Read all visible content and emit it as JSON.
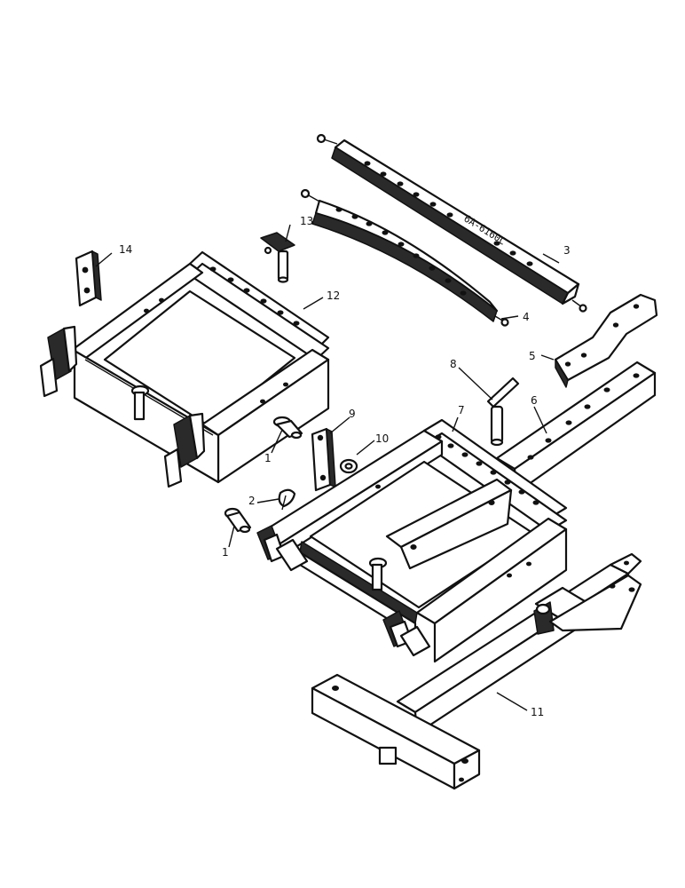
{
  "drawing_code": "6A-6160C",
  "callouts": {
    "c1a": "1",
    "c1b": "1",
    "c2": "2",
    "c3": "3",
    "c4": "4",
    "c5": "5",
    "c6": "6",
    "c7": "7",
    "c8": "8",
    "c9": "9",
    "c10": "10",
    "c11": "11",
    "c12": "12",
    "c13": "13",
    "c14": "14"
  }
}
